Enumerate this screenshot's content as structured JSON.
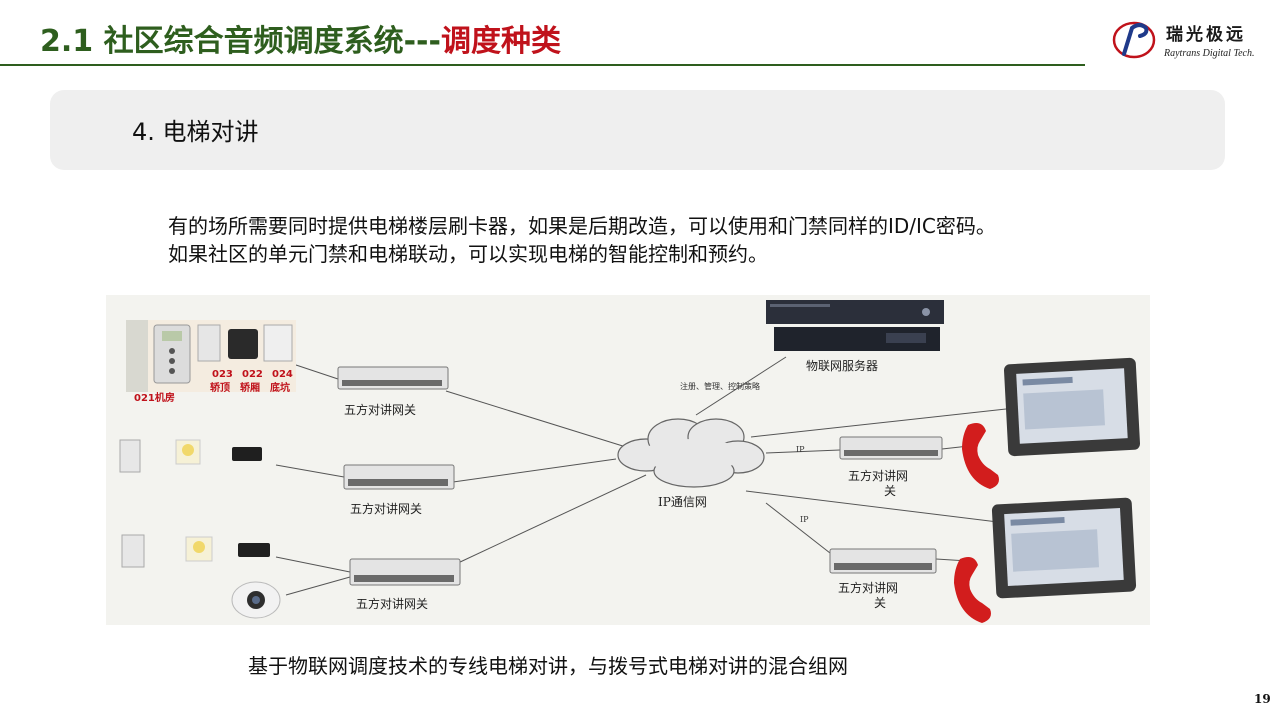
{
  "header": {
    "title_main": "2.1  社区综合音频调度系统---",
    "title_accent": "调度种类"
  },
  "logo": {
    "name_cn": "瑞光极远",
    "name_en": "Raytrans Digital Tech."
  },
  "section": {
    "label": "4.   电梯对讲"
  },
  "description": {
    "line1": "有的场所需要同时提供电梯楼层刷卡器，如果是后期改造，可以使用和门禁同样的ID/IC密码。",
    "line2": "如果社区的单元门禁和电梯联动，可以实现电梯的智能控制和预约。"
  },
  "diagram": {
    "server_label": "物联网服务器",
    "mgmt_note": "注册、管理、控制策略",
    "network_label": "IP通信网",
    "ip_tag_1": "IP",
    "ip_tag_2": "IP",
    "gateway_left_1": "五方对讲网关",
    "gateway_left_2": "五方对讲网关",
    "gateway_left_3": "五方对讲网关",
    "gateway_right_1_line1": "五方对讲网",
    "gateway_right_1_line2": "关",
    "gateway_right_2_line1": "五方对讲网",
    "gateway_right_2_line2": "关",
    "floor_023": "023",
    "floor_022": "022",
    "floor_024": "024",
    "floor_top": "轿顶",
    "floor_car": "轿厢",
    "floor_pit": "底坑",
    "floor_room": "021机房"
  },
  "caption": "基于物联网调度技术的专线电梯对讲，与拨号式电梯对讲的混合组网",
  "page_number": "19"
}
